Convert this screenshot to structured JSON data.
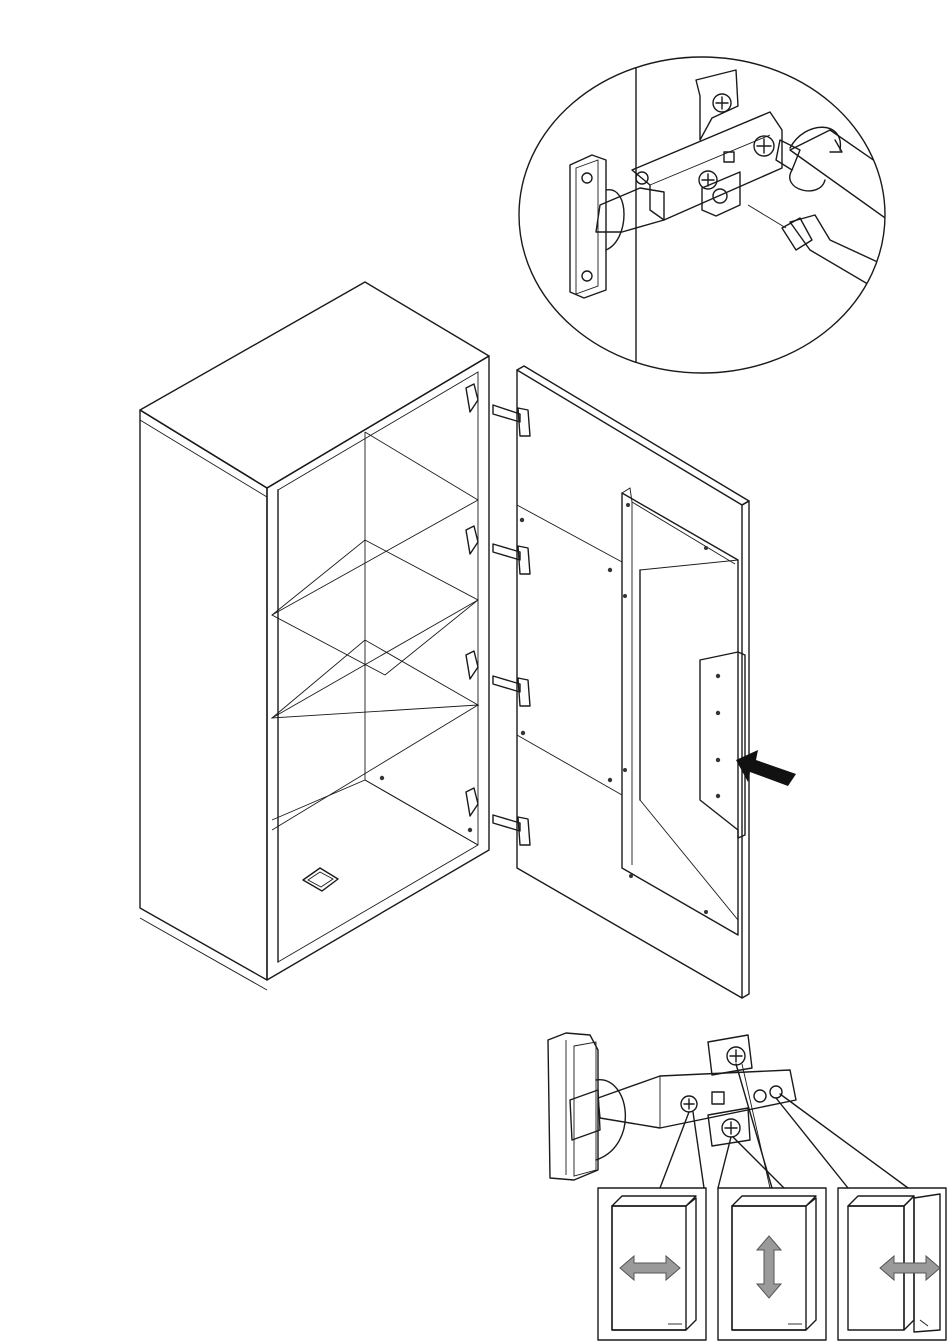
{
  "colors": {
    "line": "#1a1a1a",
    "panel": "#f2f2f2",
    "panel_light": "#fafafa",
    "glass": "#f6f6f6",
    "hinge": "#d8d8d8",
    "box_dark": "#7a7a7a",
    "box_mid": "#a8a8a8",
    "arrow_fill": "#9a9a9a"
  },
  "icons": {
    "zoom_detail": "hinge-screwdriver-detail",
    "cabinet": "open-cabinet-with-glass-door",
    "push_arrow": "black-arrow-icon",
    "hinge_detail": "hinge-adjustment-screws",
    "adjust_side": "left-right-adjust-icon",
    "adjust_height": "up-down-adjust-icon",
    "adjust_depth": "depth-adjust-icon"
  },
  "text": {}
}
